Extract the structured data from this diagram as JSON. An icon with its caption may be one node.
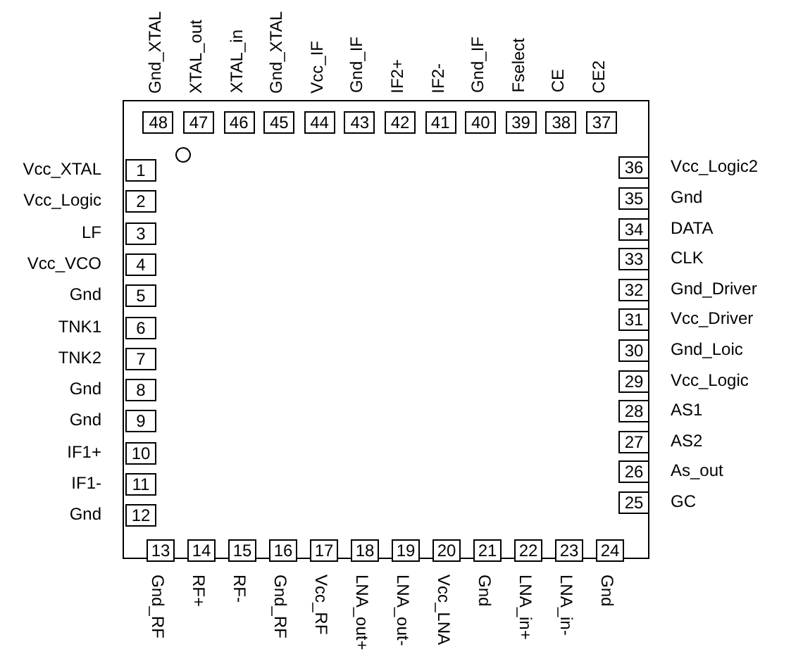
{
  "diagram": {
    "nodes": [
      {
        "text": [],
        "shape": "box"
      },
      {
        "text": [
          "1"
        ],
        "in": 0,
        "beside": [
          "Vcc_XTAL"
        ]
      },
      {
        "text": [
          "2"
        ],
        "in": 0,
        "beside": [
          "Vcc_Logic"
        ]
      },
      {
        "text": [
          "3"
        ],
        "in": 0,
        "beside": [
          "LF"
        ]
      },
      {
        "text": [
          "4"
        ],
        "in": 0,
        "beside": [
          "Vcc_VCO"
        ]
      },
      {
        "text": [
          "5"
        ],
        "in": 0,
        "beside": [
          "Gnd"
        ]
      },
      {
        "text": [
          "6"
        ],
        "in": 0,
        "beside": [
          "TNK1"
        ]
      },
      {
        "text": [
          "7"
        ],
        "in": 0,
        "beside": [
          "TNK2"
        ]
      },
      {
        "text": [
          "8"
        ],
        "in": 0,
        "beside": [
          "Gnd"
        ]
      },
      {
        "text": [
          "9"
        ],
        "in": 0,
        "beside": [
          "Gnd"
        ]
      },
      {
        "text": [
          "10"
        ],
        "in": 0,
        "beside": [
          "IF1+"
        ]
      },
      {
        "text": [
          "11"
        ],
        "in": 0,
        "beside": [
          "IF1-"
        ]
      },
      {
        "text": [
          "12"
        ],
        "in": 0,
        "beside": [
          "Gnd"
        ]
      },
      {
        "text": [
          "13"
        ],
        "in": 0,
        "beside": [
          "Gnd_RF"
        ]
      },
      {
        "text": [
          "14"
        ],
        "in": 0,
        "beside": [
          "RF+"
        ]
      },
      {
        "text": [
          "15"
        ],
        "in": 0,
        "beside": [
          "RF-"
        ]
      },
      {
        "text": [
          "16"
        ],
        "in": 0,
        "beside": [
          "Gnd_RF"
        ]
      },
      {
        "text": [
          "17"
        ],
        "in": 0,
        "beside": [
          "Vcc_RF"
        ]
      },
      {
        "text": [
          "18"
        ],
        "in": 0,
        "beside": [
          "LNA_out+"
        ]
      },
      {
        "text": [
          "19"
        ],
        "in": 0,
        "beside": [
          "LNA_out-"
        ]
      },
      {
        "text": [
          "20"
        ],
        "in": 0,
        "beside": [
          "Vcc_LNA"
        ]
      },
      {
        "text": [
          "21"
        ],
        "in": 0,
        "beside": [
          "Gnd"
        ]
      },
      {
        "text": [
          "22"
        ],
        "in": 0,
        "beside": [
          "LNA_in+"
        ]
      },
      {
        "text": [
          "23"
        ],
        "in": 0,
        "beside": [
          "LNA_in-"
        ]
      },
      {
        "text": [
          "24"
        ],
        "in": 0,
        "beside": [
          "Gnd"
        ]
      },
      {
        "text": [
          "25"
        ],
        "in": 0,
        "beside": [
          "GC"
        ]
      },
      {
        "text": [
          "26"
        ],
        "in": 0,
        "beside": [
          "As_out"
        ]
      },
      {
        "text": [
          "27"
        ],
        "in": 0,
        "beside": [
          "AS2"
        ]
      },
      {
        "text": [
          "28"
        ],
        "in": 0,
        "beside": [
          "AS1"
        ]
      },
      {
        "text": [
          "29"
        ],
        "in": 0,
        "beside": [
          "Vcc_Logic"
        ]
      },
      {
        "text": [
          "30"
        ],
        "in": 0,
        "beside": [
          "Gnd_Loic"
        ]
      },
      {
        "text": [
          "31"
        ],
        "in": 0,
        "beside": [
          "Vcc_Driver"
        ]
      },
      {
        "text": [
          "32"
        ],
        "in": 0,
        "beside": [
          "Gnd_Driver"
        ]
      },
      {
        "text": [
          "33"
        ],
        "in": 0,
        "beside": [
          "CLK"
        ]
      },
      {
        "text": [
          "34"
        ],
        "in": 0,
        "beside": [
          "DATA"
        ]
      },
      {
        "text": [
          "35"
        ],
        "in": 0,
        "beside": [
          "Gnd"
        ]
      },
      {
        "text": [
          "36"
        ],
        "in": 0,
        "beside": [
          "Vcc_Logic2"
        ]
      },
      {
        "text": [
          "37"
        ],
        "in": 0,
        "beside": [
          "CE2"
        ]
      },
      {
        "text": [
          "38"
        ],
        "in": 0,
        "beside": [
          "CE"
        ]
      },
      {
        "text": [
          "39"
        ],
        "in": 0,
        "beside": [
          "Fselect"
        ]
      },
      {
        "text": [
          "40"
        ],
        "in": 0,
        "beside": [
          "Gnd_IF"
        ]
      },
      {
        "text": [
          "41"
        ],
        "in": 0,
        "beside": [
          "IF2-"
        ]
      },
      {
        "text": [
          "42"
        ],
        "in": 0,
        "beside": [
          "IF2+"
        ]
      },
      {
        "text": [
          "43"
        ],
        "in": 0,
        "beside": [
          "Gnd_IF"
        ]
      },
      {
        "text": [
          "44"
        ],
        "in": 0,
        "beside": [
          "Vcc_IF"
        ]
      },
      {
        "text": [
          "45"
        ],
        "in": 0,
        "beside": [
          "Gnd_XTAL"
        ]
      },
      {
        "text": [
          "46"
        ],
        "in": 0,
        "beside": [
          "XTAL_in"
        ]
      },
      {
        "text": [
          "47"
        ],
        "in": 0,
        "beside": [
          "XTAL_out"
        ]
      },
      {
        "text": [
          "48"
        ],
        "in": 0,
        "beside": [
          "Gnd_XTAL"
        ]
      }
    ]
  }
}
